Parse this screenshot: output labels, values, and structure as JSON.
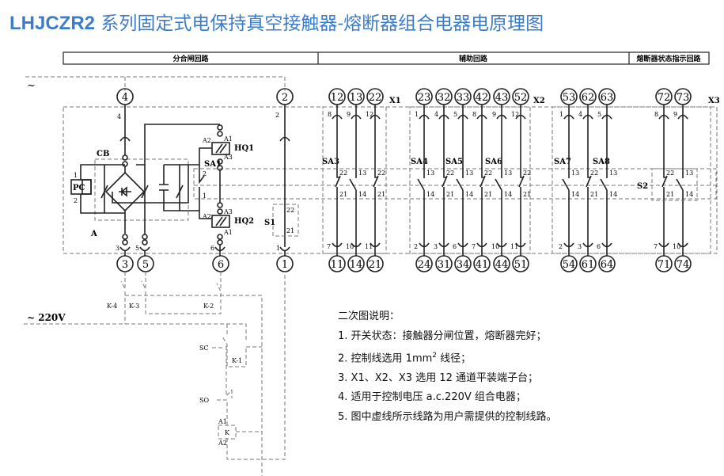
{
  "title": {
    "code": "LHJCZR2",
    "rest": " 系列固定式电保持真空接触器-熔断器组合电器电原理图"
  },
  "accent_color": "#3d7cc9",
  "header": {
    "sections": [
      "分合闸回路",
      "辅助回路",
      "熔断器状态指示回路"
    ]
  },
  "supply": {
    "ac_symbol": "~",
    "supply_label": "~ 220V"
  },
  "main_circuit": {
    "top_terminals": [
      "4",
      "2"
    ],
    "bottom_terminals": [
      "3",
      "5",
      "6",
      "1"
    ],
    "pin_labels": {
      "t4": "4",
      "t2": "2",
      "b3": "3",
      "b5": "5",
      "b6": "6",
      "b1": "1",
      "A": "A"
    },
    "components": {
      "CB": "CB",
      "PC": "PC",
      "PC_pin1": "1",
      "PC_pin2": "2",
      "HQ1": "HQ1",
      "HQ2": "HQ2",
      "SA1": "SA1",
      "S1": "S1",
      "A1": "A1",
      "A2": "A2",
      "A3": "A3",
      "SA1_pin2": "2",
      "SA1_pin1": "1",
      "S1_22": "22",
      "S1_21": "21"
    }
  },
  "terminal_blocks": [
    {
      "name": "X1",
      "switches": [
        "SA3"
      ],
      "top": [
        "12",
        "13",
        "22"
      ],
      "top_pins": [
        "8",
        "9",
        "12"
      ],
      "bottom": [
        "11",
        "14",
        "21"
      ],
      "bottom_pins": [
        "7",
        "10",
        "11"
      ],
      "contacts_top": [
        "22",
        "13",
        "22"
      ],
      "contacts_bottom": [
        "21",
        "14",
        "21"
      ]
    },
    {
      "name": "X2",
      "switches": [
        "SA4",
        "SA5",
        "SA6"
      ],
      "top": [
        "23",
        "32",
        "33",
        "42",
        "43",
        "52"
      ],
      "top_pins": [
        "1",
        "4",
        "5",
        "8",
        "9",
        "12"
      ],
      "bottom": [
        "24",
        "31",
        "34",
        "41",
        "44",
        "51"
      ],
      "bottom_pins": [
        "2",
        "3",
        "6",
        "7",
        "10",
        "11"
      ],
      "contacts_top": [
        "13",
        "22",
        "13",
        "22",
        "13",
        "22"
      ],
      "contacts_bottom": [
        "14",
        "21",
        "14",
        "21",
        "14",
        "21"
      ]
    },
    {
      "name": "X3",
      "switches": [
        "SA7",
        "SA8",
        "S2"
      ],
      "top": [
        "53",
        "62",
        "63",
        "72",
        "73"
      ],
      "top_pins": [
        "1",
        "4",
        "5",
        "8",
        "9"
      ],
      "bottom": [
        "54",
        "61",
        "64",
        "71",
        "74"
      ],
      "bottom_pins": [
        "2",
        "3",
        "6",
        "7",
        "10"
      ],
      "contacts_top": [
        "13",
        "22",
        "13",
        "22",
        "13"
      ],
      "contacts_bottom": [
        "14",
        "21",
        "14",
        "21",
        "14"
      ]
    }
  ],
  "control_circuit": {
    "contacts": [
      "K-4",
      "K-3",
      "K-2",
      "K-1"
    ],
    "buttons": [
      "SC",
      "SO"
    ],
    "coil": "K",
    "coil_pins": [
      "A1",
      "A2"
    ]
  },
  "notes": {
    "heading": "二次图说明：",
    "items": [
      "1. 开关状态：接触器分闸位置，熔断器完好；",
      "2. 控制线选用 1mm",
      "3. X1、X2、X3  选用 12 通道平装端子台；",
      "4. 适用于控制电压 a.c.220V 组合电器；",
      "5. 图中虚线所示线路为用户需提供的控制线路。"
    ],
    "item2_sup": "2",
    "item2_tail": " 线径；"
  }
}
